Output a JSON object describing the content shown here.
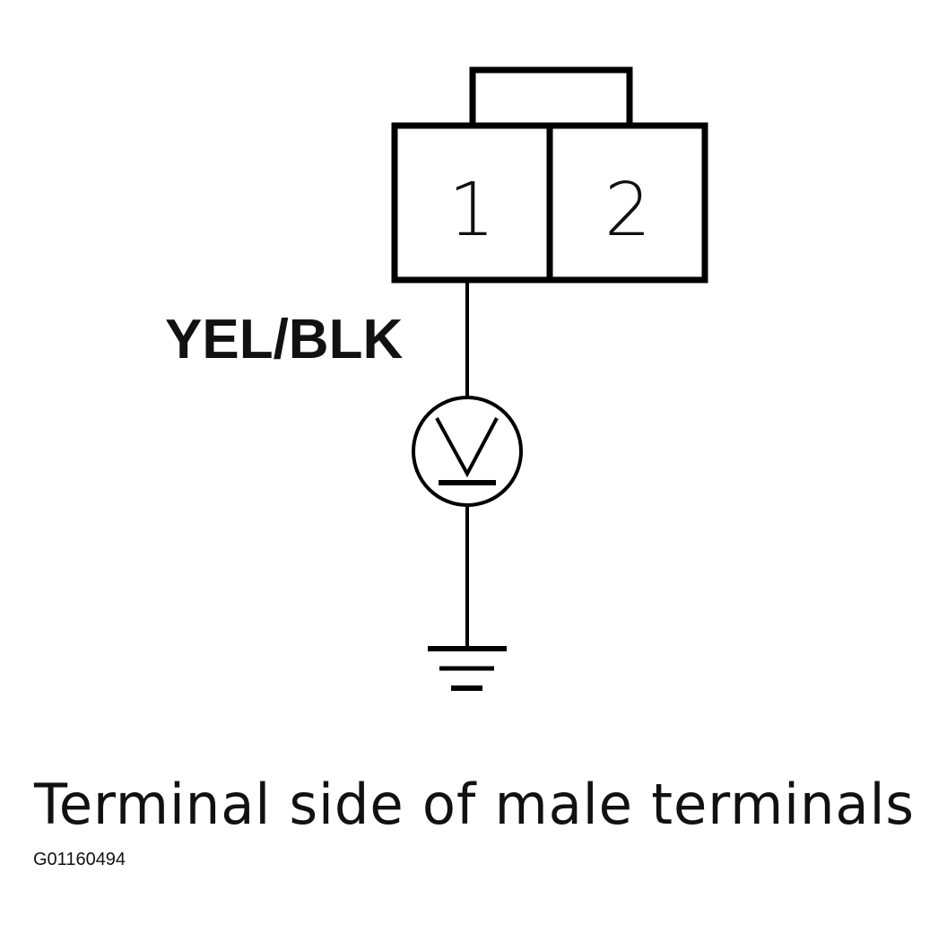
{
  "connector": {
    "terminals": [
      {
        "label": "1"
      },
      {
        "label": "2"
      }
    ]
  },
  "wire": {
    "color_code": "YEL/BLK"
  },
  "meter": {
    "symbol": "V"
  },
  "caption": "Terminal side of male terminals",
  "figure_id": "G01160494",
  "colors": {
    "ink": "#000000",
    "background": "#ffffff"
  }
}
